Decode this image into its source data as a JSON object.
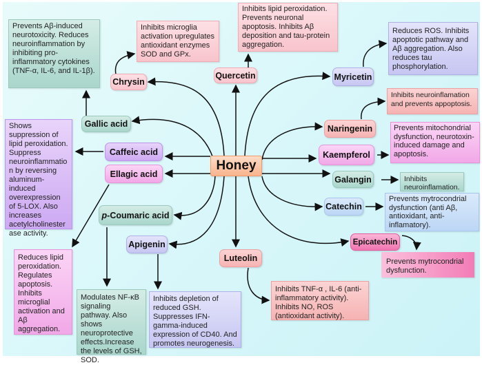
{
  "center": "Honey",
  "nodes": {
    "chrysin": "Chrysin",
    "quercetin": "Quercetin",
    "myricetin": "Myricetin",
    "naringenin": "Naringenin",
    "kaempferol": "Kaempferol",
    "galangin": "Galangin",
    "catechin": "Catechin",
    "epicatechin": "Epicatechin",
    "luteolin": "Luteolin",
    "gallic": "Gallic acid",
    "caffeic": "Caffeic acid",
    "ellagic": "Ellagic acid",
    "coumaric_prefix": "p",
    "coumaric": "-Coumaric acid",
    "apigenin": "Apigenin"
  },
  "descs": {
    "gallic": "Prevents Aβ-induced neurotoxicity. Reduces neuroinflammation by inhibiting pro-inflammatory cytokines (TNF-α, IL-6, and IL-1β).",
    "chrysin": "Inhibits microglia activation upregulates antioxidant enzymes SOD and GPx.",
    "quercetin": "Inhibits lipid peroxidation. Prevents neuronal apoptosis. Inhibits Aβ deposition and tau-protein aggregation.",
    "myricetin": "Reduces ROS. Inhibits apoptotic pathway and Aβ aggregation. Also reduces tau phosphorylation.",
    "naringenin": "Inhibits neuroinflamation and prevents appoptosis.",
    "kaempferol": "Prevents mitochondrial dysfunction, neurotoxin-induced damage and apoptosis.",
    "galangin": "Inhibits neuroinflamation.",
    "catechin": "Prevents mytrocondrial dysfunction (anti Aβ, antioxidant, anti-inflamatory).",
    "epicatechin": "Prevents mytrocondrial dysfunction.",
    "luteolin": "Inhibits TNF-α , IL-6 (anti-inflammatory activity). Inhibits NO, ROS (antioxidant activity).",
    "caffeic": "Shows suppression of lipid peroxidation. Suppress neuroinflammation by reversing aluminum-induced overexpression of 5-LOX. Also increases acetylcholinesterase activity.",
    "ellagic": "Reduces lipid peroxidation. Regulates apoptosis. Inhibits microglial activation and Aβ aggregation.",
    "coumaric": "Modulates NF-κB signaling pathway. Also shows neuroprotective effects.Increase the levels of GSH, SOD.",
    "apigenin": "Inhibits depletion of reduced GSH. Suppresses IFN-gamma-induced expression of CD40. And promotes neurogenesis."
  }
}
